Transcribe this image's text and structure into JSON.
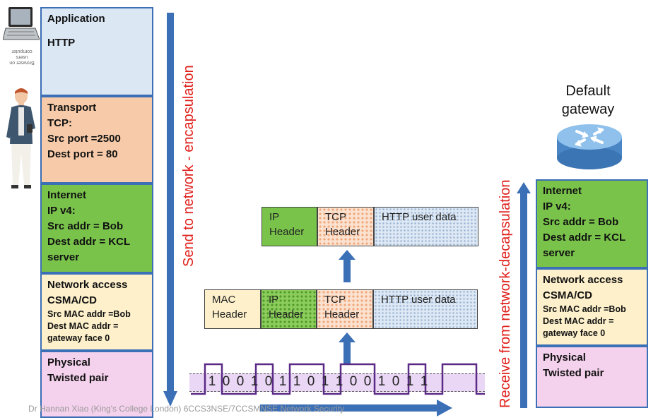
{
  "left_stack": {
    "application": {
      "title": "Application",
      "lines": [
        "HTTP"
      ]
    },
    "transport": {
      "title": "Transport",
      "lines": [
        "TCP:",
        "Src port =2500",
        "Dest port = 80"
      ]
    },
    "internet": {
      "title": "Internet",
      "lines": [
        "IP v4:",
        "Src addr = Bob",
        "Dest addr = KCL",
        "server"
      ]
    },
    "network_access": {
      "title": "Network access",
      "lines": [
        "CSMA/CD"
      ],
      "small_lines": [
        "Src MAC addr =Bob",
        "Dest MAC addr =",
        "gateway face 0"
      ]
    },
    "physical": {
      "title": "Physical",
      "lines": [
        "Twisted pair"
      ]
    }
  },
  "laptop_caption": [
    "Browser on",
    "users",
    "computer"
  ],
  "send_label": "Send to network - encapsulation",
  "receive_label": "Receive from network-decapsulation",
  "packet_ip": {
    "ip": [
      "IP",
      "Header"
    ],
    "tcp": [
      "TCP",
      "Header"
    ],
    "http": "HTTP user data"
  },
  "packet_frame": {
    "mac": [
      "MAC",
      "Header"
    ],
    "ip": [
      "IP",
      "Header"
    ],
    "tcp": [
      "TCP",
      "Header"
    ],
    "http": "HTTP user data"
  },
  "bits": [
    "1",
    "0",
    "0",
    "1",
    "0",
    "1",
    "1",
    "0",
    "1",
    "1",
    "0",
    "0",
    "1",
    "0",
    "1",
    "1"
  ],
  "router": {
    "label": [
      "Default",
      "gateway"
    ]
  },
  "right_stack": {
    "internet": {
      "title": "Internet",
      "lines": [
        "IP v4:",
        "Src addr = Bob",
        "Dest addr = KCL",
        "server"
      ]
    },
    "network_access": {
      "title": "Network access",
      "lines": [
        "CSMA/CD"
      ],
      "small_lines": [
        "Src MAC addr =Bob",
        "Dest MAC addr =",
        "gateway face 0"
      ]
    },
    "physical": {
      "title": "Physical",
      "lines": [
        "Twisted pair"
      ]
    }
  },
  "footer": "Dr Hannan Xiao (King's College London) 6CCS3NSE/7CCSMNSE Network Security",
  "colors": {
    "arrow": "#3b6fb6",
    "red_text": "#e0201b",
    "signal": "#5b2a86"
  }
}
